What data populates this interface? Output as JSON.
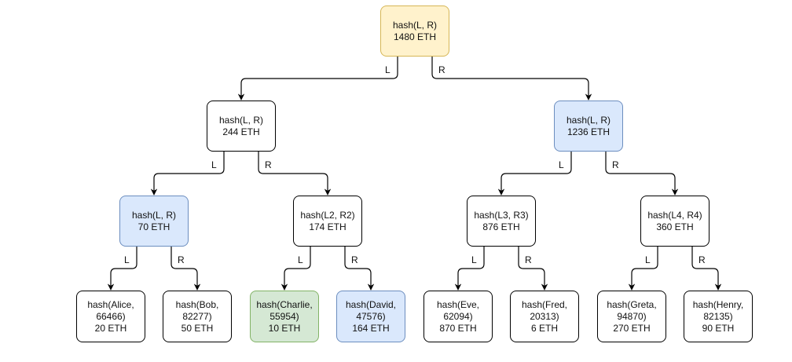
{
  "diagram": {
    "nodes": [
      {
        "id": "root",
        "lines": [
          "hash(L, R)",
          "1480 ETH"
        ],
        "fill": "#fff2cc",
        "stroke": "#d6b656",
        "highlight": "yellow"
      },
      {
        "id": "n244",
        "lines": [
          "hash(L, R)",
          "244 ETH"
        ],
        "highlight": "none"
      },
      {
        "id": "n1236",
        "lines": [
          "hash(L, R)",
          "1236 ETH"
        ],
        "fill": "#dae8fc",
        "stroke": "#6c8ebf",
        "highlight": "blue"
      },
      {
        "id": "n70",
        "lines": [
          "hash(L, R)",
          "70 ETH"
        ],
        "fill": "#dae8fc",
        "stroke": "#6c8ebf",
        "highlight": "blue"
      },
      {
        "id": "n174",
        "lines": [
          "hash(L2, R2)",
          "174 ETH"
        ],
        "highlight": "none"
      },
      {
        "id": "n876",
        "lines": [
          "hash(L3, R3)",
          "876 ETH"
        ],
        "highlight": "none"
      },
      {
        "id": "n360",
        "lines": [
          "hash(L4, R4)",
          "360 ETH"
        ],
        "highlight": "none"
      },
      {
        "id": "alice",
        "lines": [
          "hash(Alice,",
          "66466)",
          "20 ETH"
        ],
        "highlight": "none"
      },
      {
        "id": "bob",
        "lines": [
          "hash(Bob,",
          "82277)",
          "50 ETH"
        ],
        "highlight": "none"
      },
      {
        "id": "charlie",
        "lines": [
          "hash(Charlie,",
          "55954)",
          "10 ETH"
        ],
        "fill": "#d5e8d4",
        "stroke": "#82b366",
        "highlight": "green"
      },
      {
        "id": "david",
        "lines": [
          "hash(David,",
          "47576)",
          "164 ETH"
        ],
        "fill": "#dae8fc",
        "stroke": "#6c8ebf",
        "highlight": "blue"
      },
      {
        "id": "eve",
        "lines": [
          "hash(Eve,",
          "62094)",
          "870 ETH"
        ],
        "highlight": "none"
      },
      {
        "id": "fred",
        "lines": [
          "hash(Fred,",
          "20313)",
          "6 ETH"
        ],
        "highlight": "none"
      },
      {
        "id": "greta",
        "lines": [
          "hash(Greta,",
          "94870)",
          "270 ETH"
        ],
        "highlight": "none"
      },
      {
        "id": "henry",
        "lines": [
          "hash(Henry,",
          "82135)",
          "90 ETH"
        ],
        "highlight": "none"
      }
    ],
    "edges": [
      {
        "from": "root",
        "to": "n244",
        "label": "L"
      },
      {
        "from": "root",
        "to": "n1236",
        "label": "R"
      },
      {
        "from": "n244",
        "to": "n70",
        "label": "L"
      },
      {
        "from": "n244",
        "to": "n174",
        "label": "R"
      },
      {
        "from": "n1236",
        "to": "n876",
        "label": "L"
      },
      {
        "from": "n1236",
        "to": "n360",
        "label": "R"
      },
      {
        "from": "n70",
        "to": "alice",
        "label": "L"
      },
      {
        "from": "n70",
        "to": "bob",
        "label": "R"
      },
      {
        "from": "n174",
        "to": "charlie",
        "label": "L"
      },
      {
        "from": "n174",
        "to": "david",
        "label": "R"
      },
      {
        "from": "n876",
        "to": "eve",
        "label": "L"
      },
      {
        "from": "n876",
        "to": "fred",
        "label": "R"
      },
      {
        "from": "n360",
        "to": "greta",
        "label": "L"
      },
      {
        "from": "n360",
        "to": "henry",
        "label": "R"
      }
    ]
  }
}
